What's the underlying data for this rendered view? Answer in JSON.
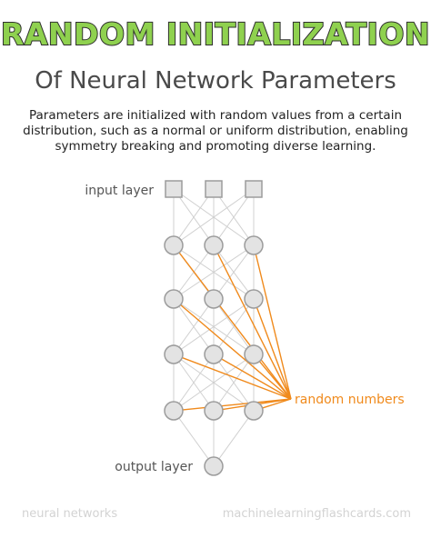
{
  "title": "RANDOM INITIALIZATION",
  "subtitle": "Of Neural Network Parameters",
  "description": "Parameters are initialized with random values from a certain distribution, such as a normal or uniform distribution, enabling symmetry breaking and promoting diverse learning.",
  "diagram": {
    "input_label": "input layer",
    "output_label": "output layer",
    "random_label": "random numbers"
  },
  "colors": {
    "title_fill": "#8fd14f",
    "title_outline": "#2f2f2f",
    "node_fill": "#e3e3e3",
    "node_stroke": "#9c9c9c",
    "edge": "#d0d0d0",
    "arrow": "#f08a1c"
  },
  "footer": {
    "left": "neural networks",
    "right": "machinelearningflashcards.com"
  }
}
